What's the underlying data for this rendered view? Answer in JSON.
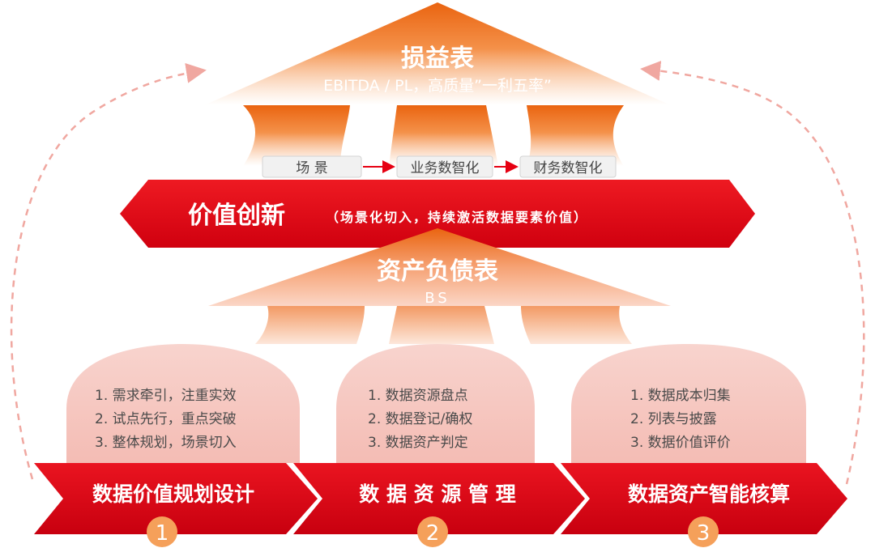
{
  "top_section": {
    "title": "损益表",
    "subtitle": "EBITDA / PL，高质量”一利五率”"
  },
  "flow": {
    "step1": "场 景",
    "step2": "业务数智化",
    "step3": "财务数智化"
  },
  "innovation_banner": {
    "title": "价值创新",
    "note": "（场景化切入，持续激活数据要素价值）"
  },
  "middle_section": {
    "title": "资产负债表",
    "subtitle": "BS"
  },
  "pillars": [
    {
      "number": "1",
      "title": "数据价值规划设计",
      "items": [
        "1. 需求牵引，注重实效",
        "2. 试点先行，重点突破",
        "3. 整体规划，场景切入"
      ]
    },
    {
      "number": "2",
      "title": "数 据 资 源 管 理",
      "items": [
        "1. 数据资源盘点",
        "2. 数据登记/确权",
        "3. 数据资产判定"
      ]
    },
    {
      "number": "3",
      "title": "数据资产智能核算",
      "items": [
        "1. 数据成本归集",
        "2. 列表与披露",
        "3. 数据价值评价"
      ]
    }
  ],
  "colors": {
    "primary_red": "#e60012",
    "dark_red": "#c8000f",
    "orange": "#f07b1e",
    "light_pink": "#f6c9c3",
    "circle_orange": "#f5a05a"
  }
}
